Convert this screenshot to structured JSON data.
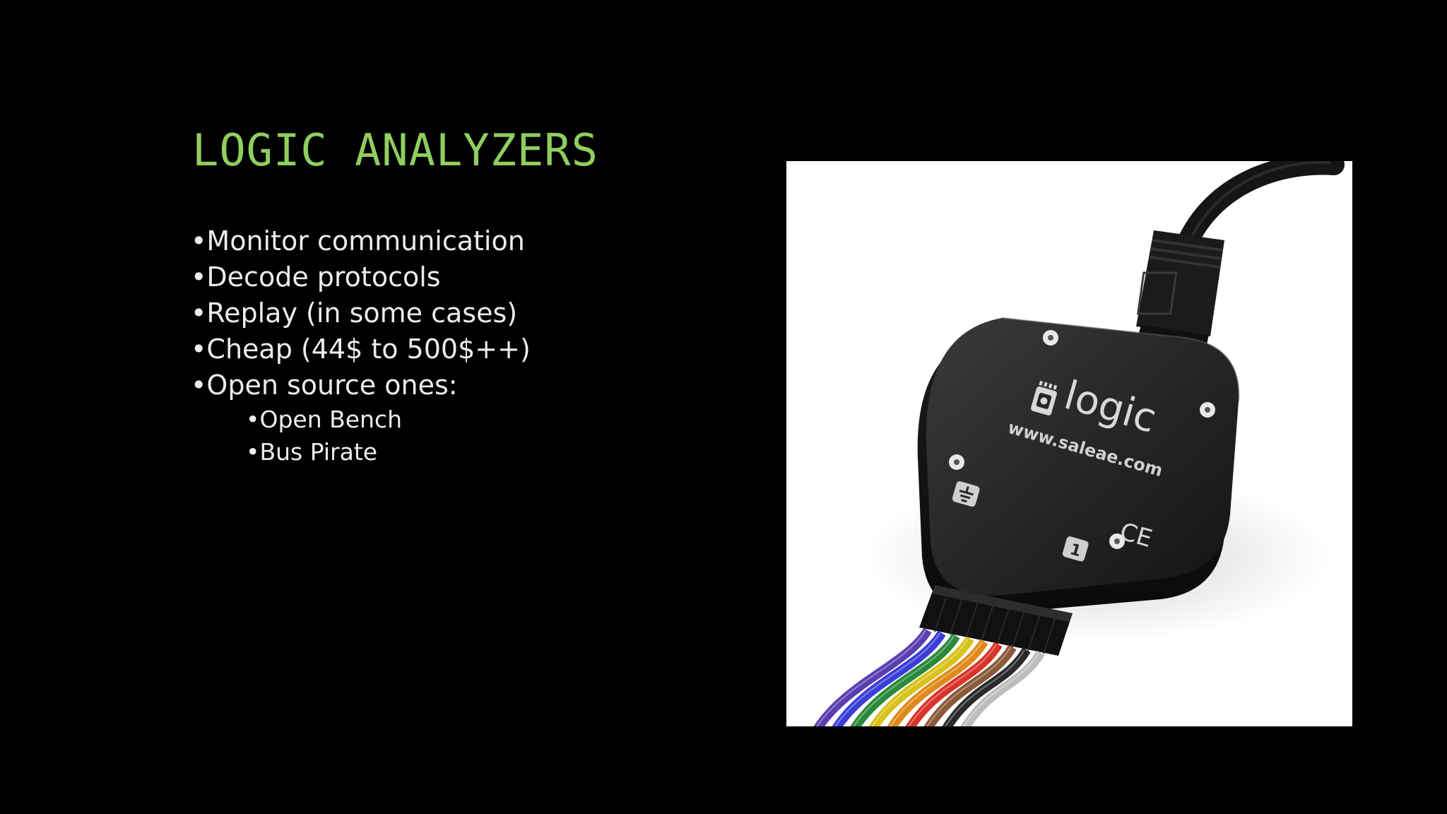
{
  "slide": {
    "title": "LOGIC ANALYZERS",
    "bullets": [
      "•Monitor communication",
      "•Decode protocols",
      "•Replay (in some cases)",
      "•Cheap (44$ to 500$++)",
      "•Open source ones:"
    ],
    "sub_bullets": [
      "•Open Bench",
      "•Bus Pirate"
    ]
  },
  "photo": {
    "device_brand": "logic",
    "device_url": "www.saleae.com",
    "ce_mark": "CE",
    "channel_mark": "1",
    "wire_colors": [
      "#5b3fb0",
      "#3b3fd6",
      "#2a8a3a",
      "#d8c21a",
      "#e08a1a",
      "#d9342b",
      "#8a5a3a",
      "#2a2a2a",
      "#bdbdbd"
    ]
  },
  "colors": {
    "background": "#000000",
    "title": "#8fce5f",
    "text": "#ececec"
  }
}
